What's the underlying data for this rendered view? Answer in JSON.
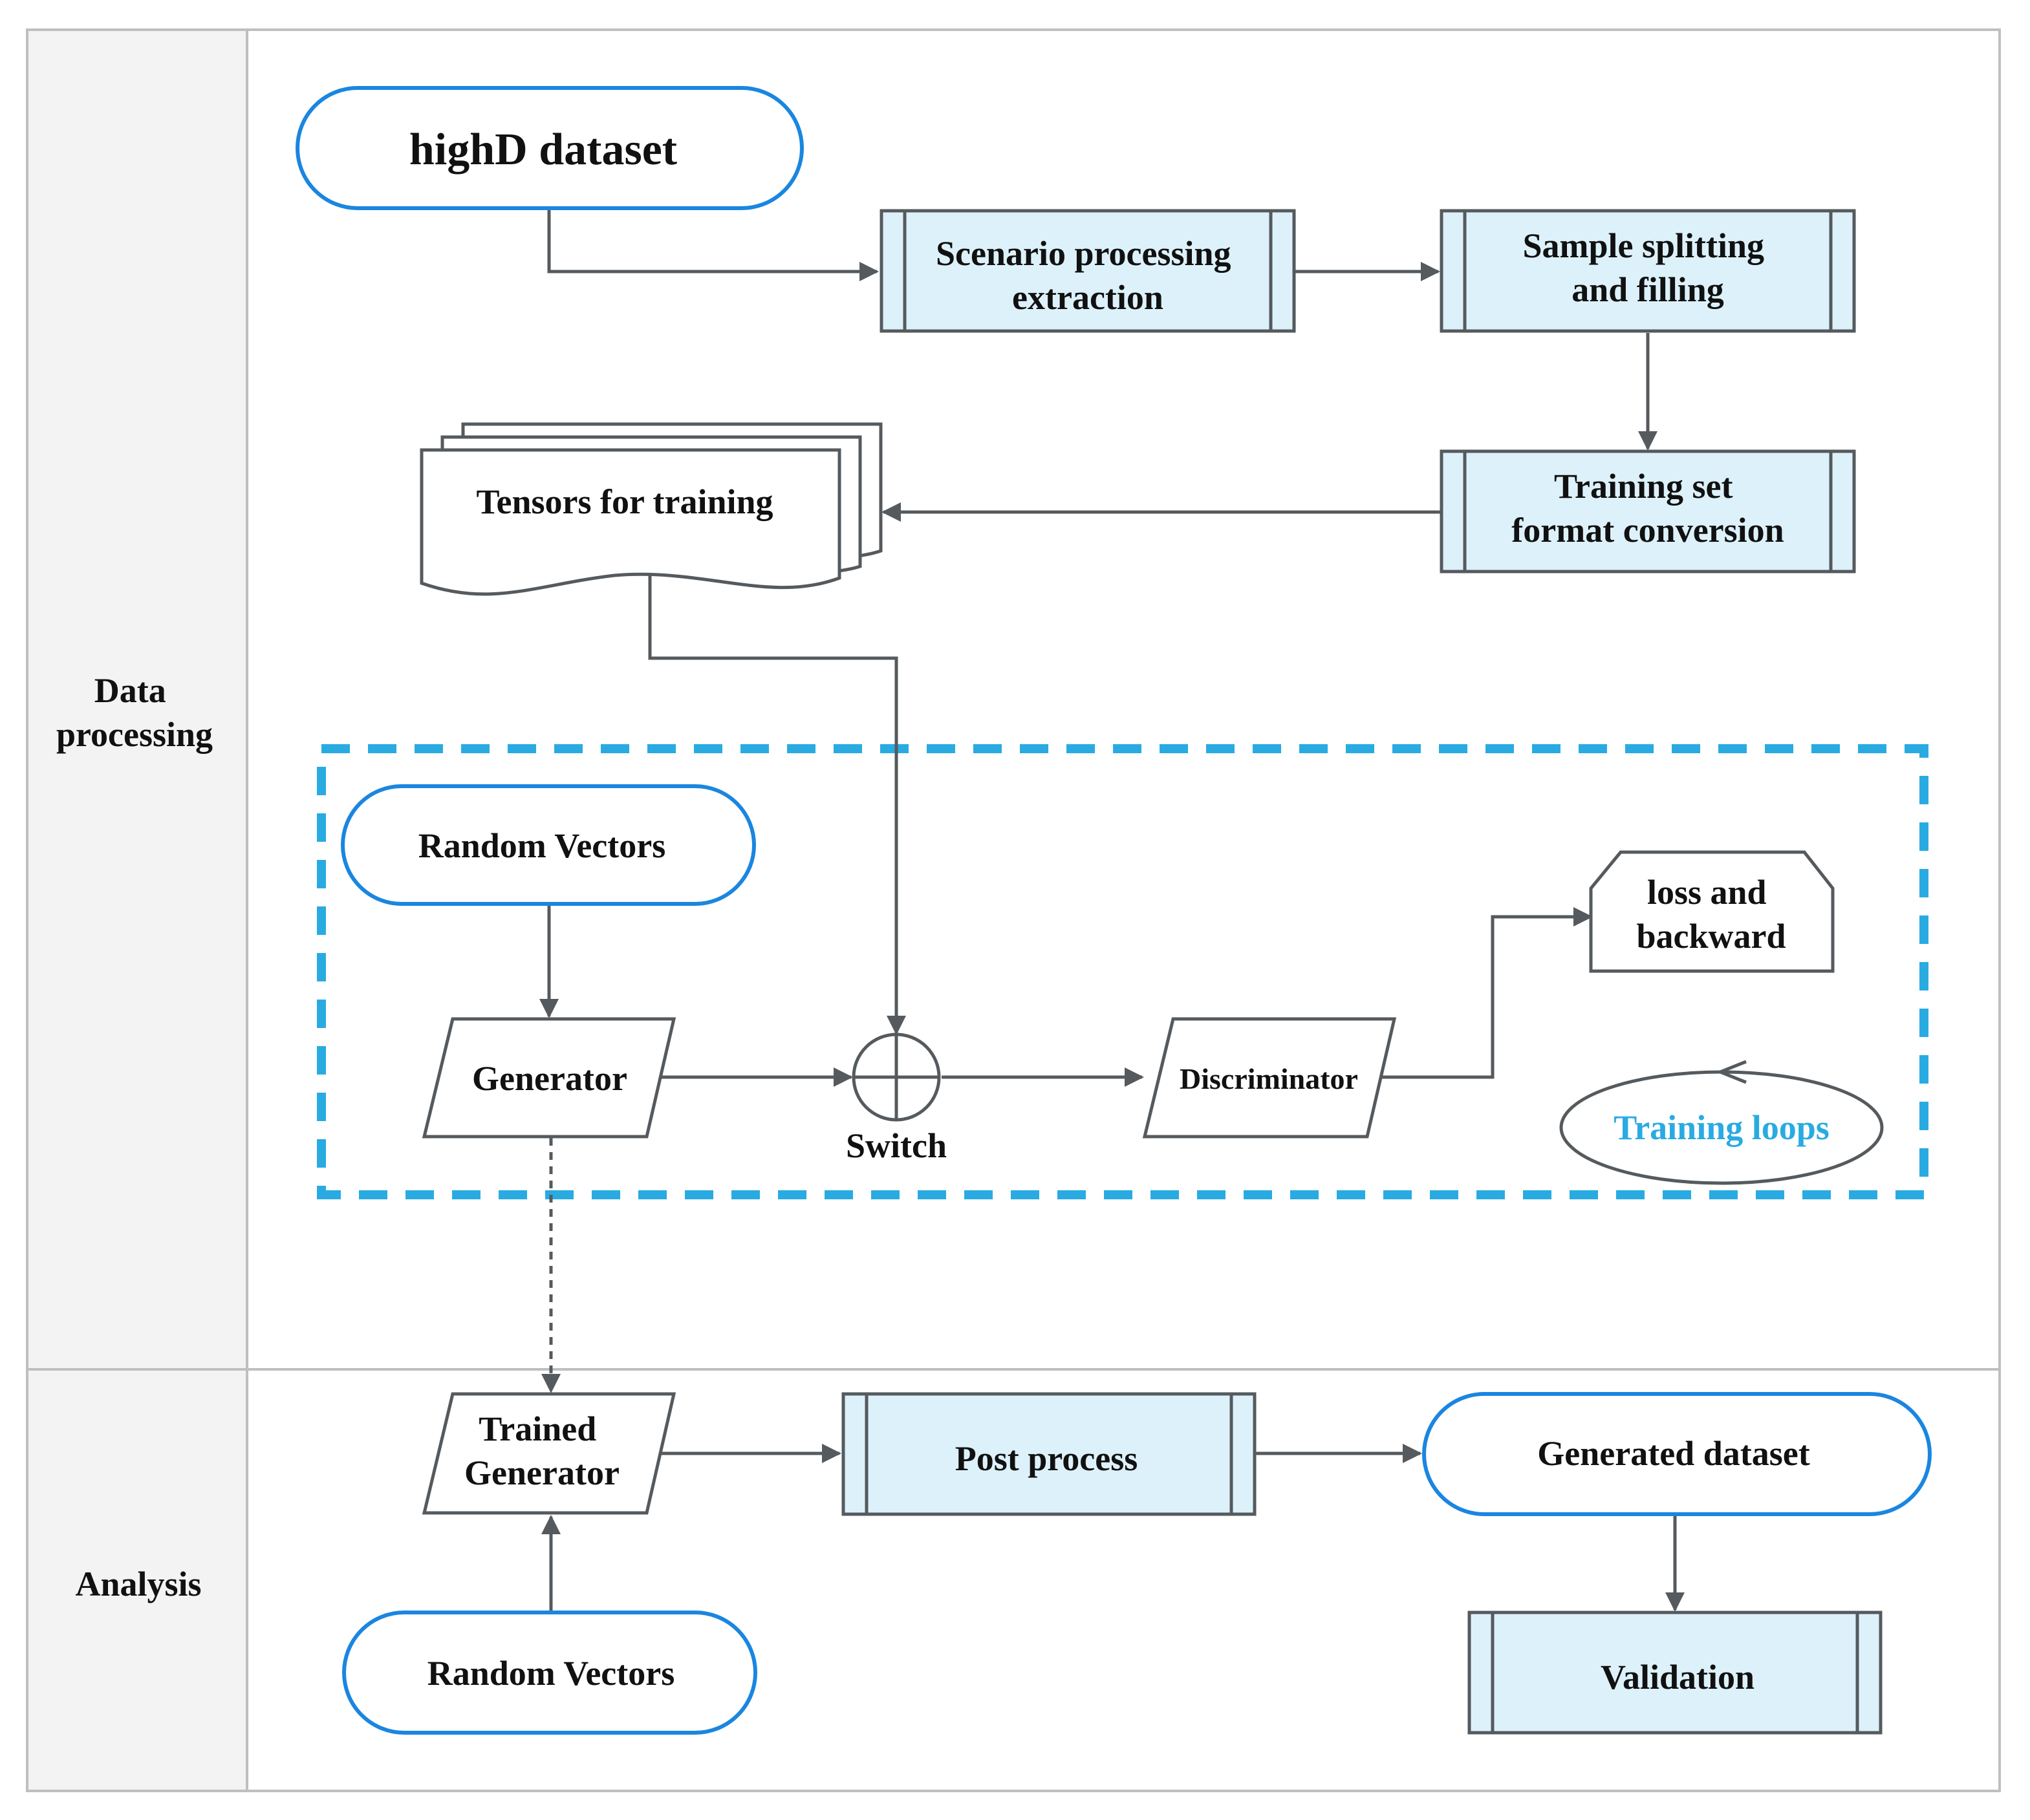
{
  "lanes": {
    "data_processing": [
      "Data",
      "processing"
    ],
    "analysis": "Analysis"
  },
  "nodes": {
    "highd_dataset": "highD dataset",
    "scenario_processing": [
      "Scenario processing",
      "extraction"
    ],
    "sample_splitting": [
      "Sample splitting",
      "and filling"
    ],
    "training_set_conversion": [
      "Training set",
      "format conversion"
    ],
    "tensors_for_training": "Tensors for training",
    "random_vectors_top": "Random Vectors",
    "generator": "Generator",
    "switch": "Switch",
    "discriminator": "Discriminator",
    "loss_backward": [
      "loss and",
      "backward"
    ],
    "training_loops": "Training loops",
    "trained_generator": [
      "Trained",
      "Generator"
    ],
    "post_process": "Post process",
    "generated_dataset": "Generated dataset",
    "random_vectors_bottom": "Random Vectors",
    "validation": "Validation"
  },
  "colors": {
    "accent_blue": "#1a86e0",
    "dashed_blue": "#29abe2",
    "process_fill": "#ddf1fa",
    "lane_fill": "#f3f3f3",
    "line": "#555a5e",
    "border": "#bfbfbf"
  }
}
